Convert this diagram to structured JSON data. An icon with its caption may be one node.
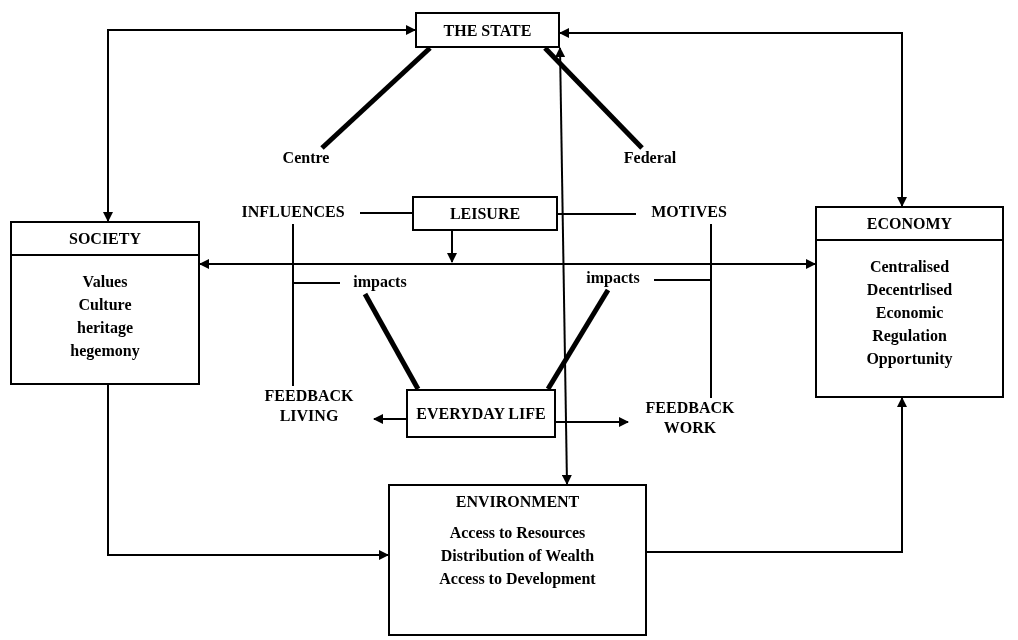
{
  "diagram": {
    "nodes": [
      {
        "text": [
          "THE STATE"
        ]
      },
      {
        "text": [
          "Centre"
        ]
      },
      {
        "text": [
          "Federal"
        ]
      },
      {
        "text": [
          "SOCIETY",
          "Values Culture heritage hegemony"
        ]
      },
      {
        "text": [
          "LEISURE"
        ]
      },
      {
        "text": [
          "INFLUENCES"
        ]
      },
      {
        "text": [
          "MOTIVES"
        ]
      },
      {
        "text": [
          "ECONOMY",
          "Centralised Decentrlised Economic Regulation Opportunity"
        ]
      },
      {
        "text": [
          "impacts"
        ]
      },
      {
        "text": [
          "impacts"
        ]
      },
      {
        "text": [
          "EVERYDAY LIFE"
        ]
      },
      {
        "text": [
          "FEEDBACK LIVING"
        ]
      },
      {
        "text": [
          "FEEDBACK WORK"
        ]
      },
      {
        "text": [
          "ENVIRONMENT",
          "Access to Resources Distribution of Wealth Access to Development"
        ]
      }
    ],
    "edges": [
      {
        "from": 0,
        "to": 3,
        "arrow": "both"
      },
      {
        "from": 0,
        "to": 7,
        "arrow": "both"
      },
      {
        "from": 0,
        "to": 13,
        "arrow": "both"
      },
      {
        "from": 0,
        "to": 1,
        "arrow": "none",
        "style": "thick"
      },
      {
        "from": 0,
        "to": 2,
        "arrow": "none",
        "style": "thick"
      },
      {
        "from": 5,
        "to": 4,
        "arrow": "none"
      },
      {
        "from": 4,
        "to": 6,
        "arrow": "none"
      },
      {
        "from": 4,
        "to": null,
        "arrow": "to"
      },
      {
        "from": 3,
        "to": 7,
        "arrow": "both"
      },
      {
        "from": 5,
        "to": 11,
        "arrow": "none"
      },
      {
        "from": 6,
        "to": 12,
        "arrow": "none"
      },
      {
        "from": 8,
        "to": null,
        "arrow": "none"
      },
      {
        "from": 9,
        "to": null,
        "arrow": "none"
      },
      {
        "from": 8,
        "to": 10,
        "arrow": "none",
        "style": "thick"
      },
      {
        "from": 9,
        "to": 10,
        "arrow": "none",
        "style": "thick"
      },
      {
        "from": 10,
        "to": 11,
        "arrow": "to"
      },
      {
        "from": 10,
        "to": 12,
        "arrow": "to"
      },
      {
        "from": 3,
        "to": 13,
        "arrow": "to"
      },
      {
        "from": 13,
        "to": 7,
        "arrow": "to"
      }
    ]
  }
}
